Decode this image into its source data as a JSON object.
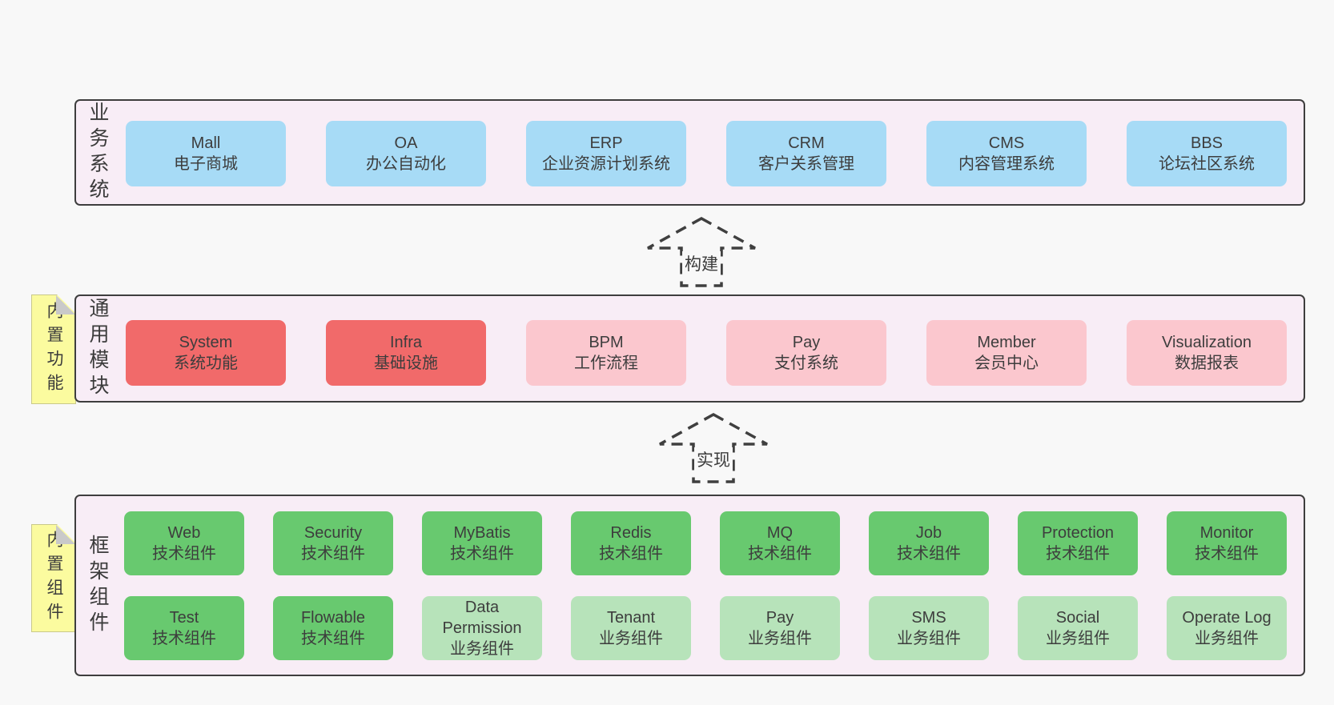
{
  "page": {
    "background": "#f8f8f8",
    "text_color": "#3b3b3b"
  },
  "colors": {
    "panel_bg": "#f8edf6",
    "panel_border": "#3e3e3e",
    "blue": "#a7dbf6",
    "red": "#f16a6a",
    "pink": "#fbc7ce",
    "green": "#68c96f",
    "light_green": "#b7e3ba",
    "sticky_yellow": "#fbfb9f",
    "fold_gray": "#c9c9c9",
    "arrow_stroke": "#3f3f3f"
  },
  "arrows": [
    {
      "label": "构建"
    },
    {
      "label": "实现"
    }
  ],
  "layers": [
    {
      "name": "business-systems",
      "side_label": "业务系统",
      "sticky_label": null,
      "rows": [
        [
          {
            "title": "Mall",
            "subtitle": "电子商城",
            "color": "blue"
          },
          {
            "title": "OA",
            "subtitle": "办公自动化",
            "color": "blue"
          },
          {
            "title": "ERP",
            "subtitle": "企业资源计划系统",
            "color": "blue"
          },
          {
            "title": "CRM",
            "subtitle": "客户关系管理",
            "color": "blue"
          },
          {
            "title": "CMS",
            "subtitle": "内容管理系统",
            "color": "blue"
          },
          {
            "title": "BBS",
            "subtitle": "论坛社区系统",
            "color": "blue"
          }
        ]
      ]
    },
    {
      "name": "common-modules",
      "side_label": "通用模块",
      "sticky_label": "内置功能",
      "rows": [
        [
          {
            "title": "System",
            "subtitle": "系统功能",
            "color": "red"
          },
          {
            "title": "Infra",
            "subtitle": "基础设施",
            "color": "red"
          },
          {
            "title": "BPM",
            "subtitle": "工作流程",
            "color": "pink"
          },
          {
            "title": "Pay",
            "subtitle": "支付系统",
            "color": "pink"
          },
          {
            "title": "Member",
            "subtitle": "会员中心",
            "color": "pink"
          },
          {
            "title": "Visualization",
            "subtitle": "数据报表",
            "color": "pink"
          }
        ]
      ]
    },
    {
      "name": "framework-components",
      "side_label": "框架组件",
      "sticky_label": "内置组件",
      "rows": [
        [
          {
            "title": "Web",
            "subtitle": "技术组件",
            "color": "green"
          },
          {
            "title": "Security",
            "subtitle": "技术组件",
            "color": "green"
          },
          {
            "title": "MyBatis",
            "subtitle": "技术组件",
            "color": "green"
          },
          {
            "title": "Redis",
            "subtitle": "技术组件",
            "color": "green"
          },
          {
            "title": "MQ",
            "subtitle": "技术组件",
            "color": "green"
          },
          {
            "title": "Job",
            "subtitle": "技术组件",
            "color": "green"
          },
          {
            "title": "Protection",
            "subtitle": "技术组件",
            "color": "green"
          },
          {
            "title": "Monitor",
            "subtitle": "技术组件",
            "color": "green"
          }
        ],
        [
          {
            "title": "Test",
            "subtitle": "技术组件",
            "color": "green"
          },
          {
            "title": "Flowable",
            "subtitle": "技术组件",
            "color": "green"
          },
          {
            "title": "Data Permission",
            "subtitle": "业务组件",
            "color": "light_green"
          },
          {
            "title": "Tenant",
            "subtitle": "业务组件",
            "color": "light_green"
          },
          {
            "title": "Pay",
            "subtitle": "业务组件",
            "color": "light_green"
          },
          {
            "title": "SMS",
            "subtitle": "业务组件",
            "color": "light_green"
          },
          {
            "title": "Social",
            "subtitle": "业务组件",
            "color": "light_green"
          },
          {
            "title": "Operate Log",
            "subtitle": "业务组件",
            "color": "light_green"
          }
        ]
      ]
    }
  ]
}
